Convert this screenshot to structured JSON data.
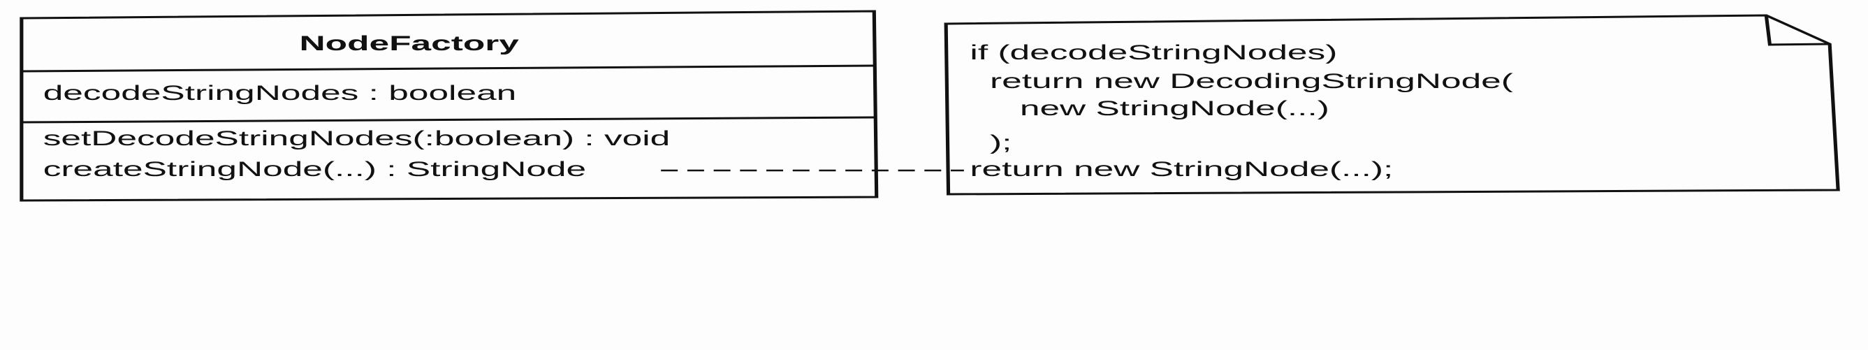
{
  "class_box": {
    "name": "NodeFactory",
    "attributes": [
      "decodeStringNodes : boolean"
    ],
    "operations": [
      "setDecodeStringNodes(:boolean) : void",
      "createStringNode(...) : StringNode"
    ]
  },
  "note": {
    "lines": [
      "if (decodeStringNodes)",
      "  return new DecodingStringNode(",
      "     new StringNode(...)",
      "  );",
      "return new StringNode(...);"
    ]
  },
  "colors": {
    "stroke": "#111111",
    "background": "#fdfdfd"
  }
}
